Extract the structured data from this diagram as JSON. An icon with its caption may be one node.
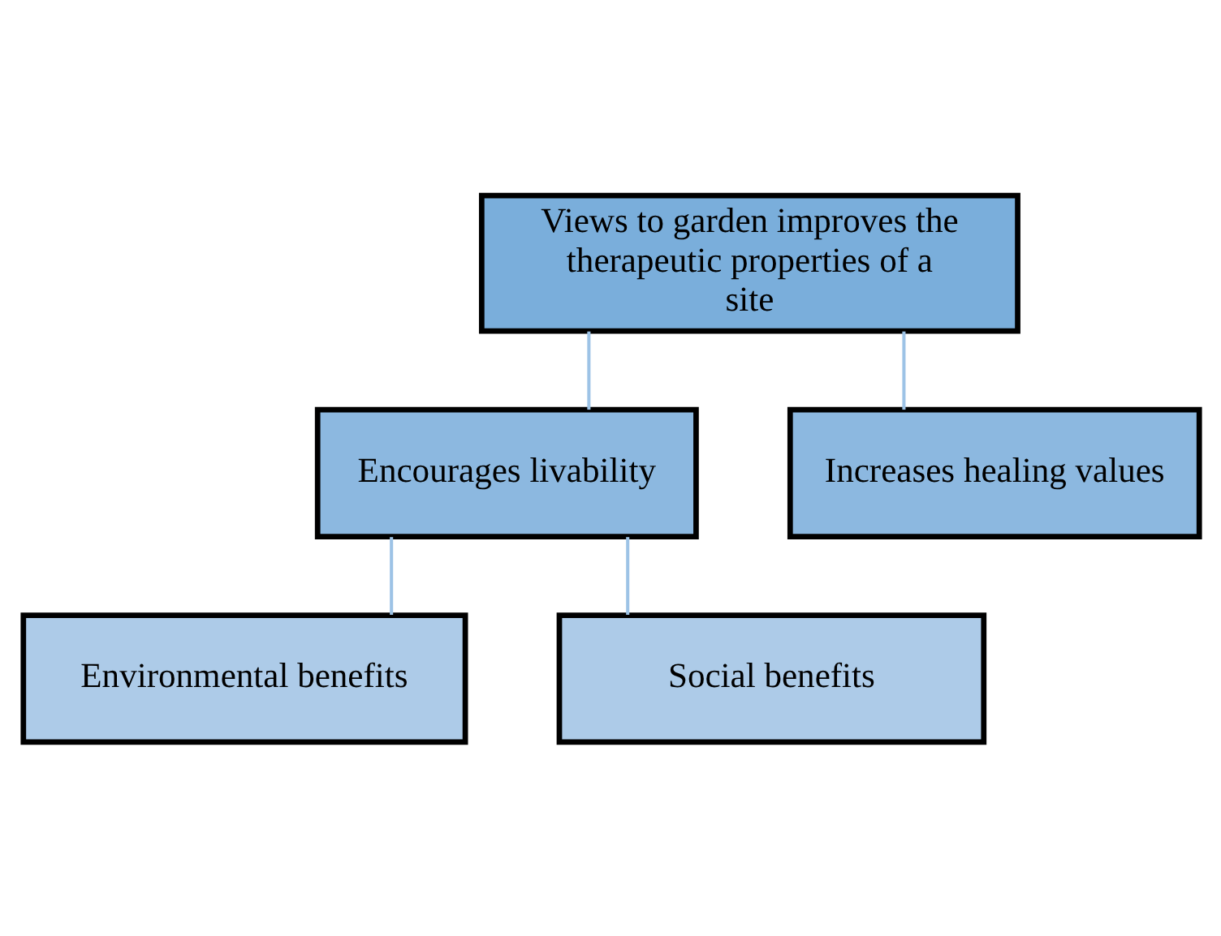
{
  "diagram": {
    "nodes": [
      {
        "text": [
          "Views to garden improves the therapeutic properties of a site"
        ]
      },
      {
        "text": [
          "Encourages livability"
        ]
      },
      {
        "text": [
          "Increases healing values"
        ]
      },
      {
        "text": [
          "Environmental benefits"
        ]
      },
      {
        "text": [
          "Social benefits"
        ]
      }
    ],
    "edges": [
      {
        "from": 0,
        "to": 1,
        "arrow": "none"
      },
      {
        "from": 0,
        "to": 2,
        "arrow": "none"
      },
      {
        "from": 1,
        "to": 3,
        "arrow": "none"
      },
      {
        "from": 1,
        "to": 4,
        "arrow": "none"
      }
    ]
  }
}
